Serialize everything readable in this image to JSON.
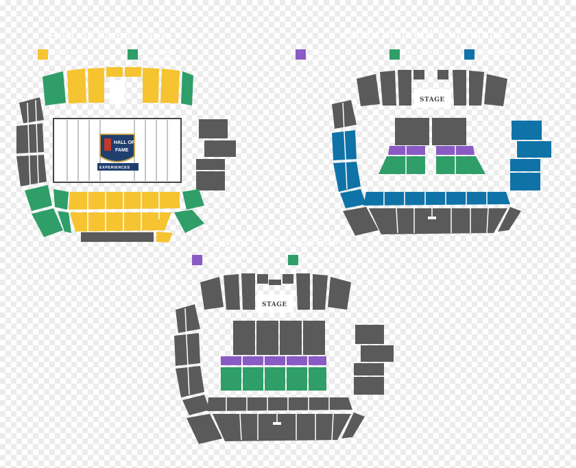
{
  "colors": {
    "gold": "#f6c431",
    "green": "#2f9e69",
    "gray": "#5a5a5a",
    "purple": "#8a5bc4",
    "blue": "#0f73a8",
    "field_lines": "#444444"
  },
  "game": {
    "title": "Hall of Fame Game",
    "legend": [
      {
        "color": "gold",
        "label": "Field Level",
        "sub": "Gold Package"
      },
      {
        "color": "green",
        "label": "Club Seats",
        "sub": "Silver Package"
      }
    ],
    "logo": {
      "icon": "hall-of-fame-shield-icon",
      "line1": "HALL OF",
      "line2": "FAME",
      "line3": "EXPERIENCES"
    }
  },
  "enshrinement": {
    "title": "Enshrinement Ceremony",
    "legend": [
      {
        "color": "purple",
        "label": "Front Row",
        "sub": "Platinum"
      },
      {
        "color": "green",
        "label": "Floor Seats",
        "sub": "Gold"
      },
      {
        "color": "blue",
        "label": "Sideline Seats",
        "sub": "Silver"
      }
    ],
    "stage_label": "STAGE"
  },
  "concert": {
    "title": "Concert for Legends",
    "legend": [
      {
        "color": "purple",
        "label": "VIP Front Row",
        "sub": "Platinum"
      },
      {
        "color": "green",
        "label": "Floor Seats",
        "sub": "Gold"
      }
    ],
    "stage_label": "STAGE"
  }
}
